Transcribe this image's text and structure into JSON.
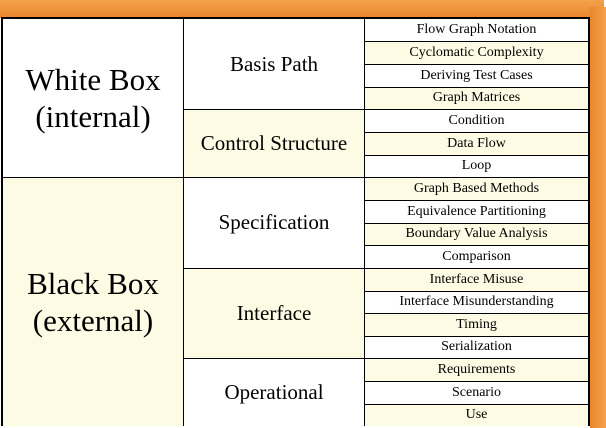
{
  "table": {
    "categories": [
      {
        "name": "White Box",
        "detail": "(internal)"
      },
      {
        "name": "Black Box",
        "detail": "(external)"
      }
    ],
    "subcategories": [
      "Basis Path",
      "Control Structure",
      "Specification",
      "Interface",
      "Operational"
    ],
    "items": [
      "Flow Graph Notation",
      "Cyclomatic Complexity",
      "Deriving Test Cases",
      "Graph Matrices",
      "Condition",
      "Data Flow",
      "Loop",
      "Graph Based Methods",
      "Equivalence Partitioning",
      "Boundary Value Analysis",
      "Comparison",
      "Interface Misuse",
      "Interface Misunderstanding",
      "Timing",
      "Serialization",
      "Requirements",
      "Scenario",
      "Use"
    ]
  },
  "colors": {
    "frame": "#e8862d",
    "cream": "#fdfbe3",
    "white": "#ffffff",
    "grid": "#000000"
  }
}
